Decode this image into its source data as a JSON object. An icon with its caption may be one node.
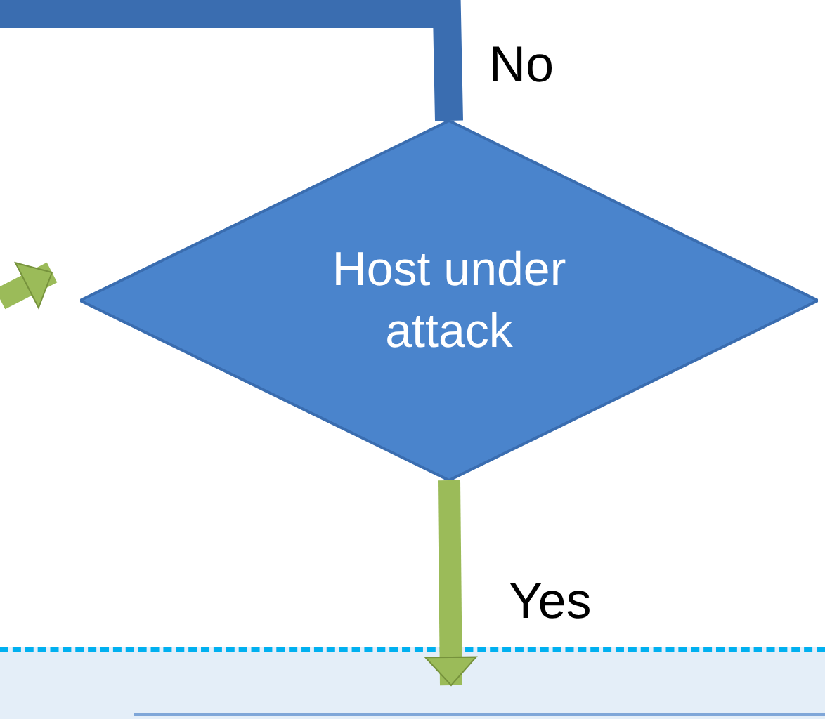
{
  "diagram": {
    "nodes": [
      {
        "text": [
          "Host under attack"
        ]
      },
      {
        "text": [],
        "shape": "box"
      }
    ],
    "edges": [
      {
        "from": 0,
        "to": null,
        "arrow": "none",
        "label": "No",
        "color": "#3a6db0"
      },
      {
        "from": null,
        "to": 0,
        "arrow": "to"
      },
      {
        "from": 0,
        "to": 1,
        "arrow": "to",
        "label": "Yes"
      }
    ]
  }
}
